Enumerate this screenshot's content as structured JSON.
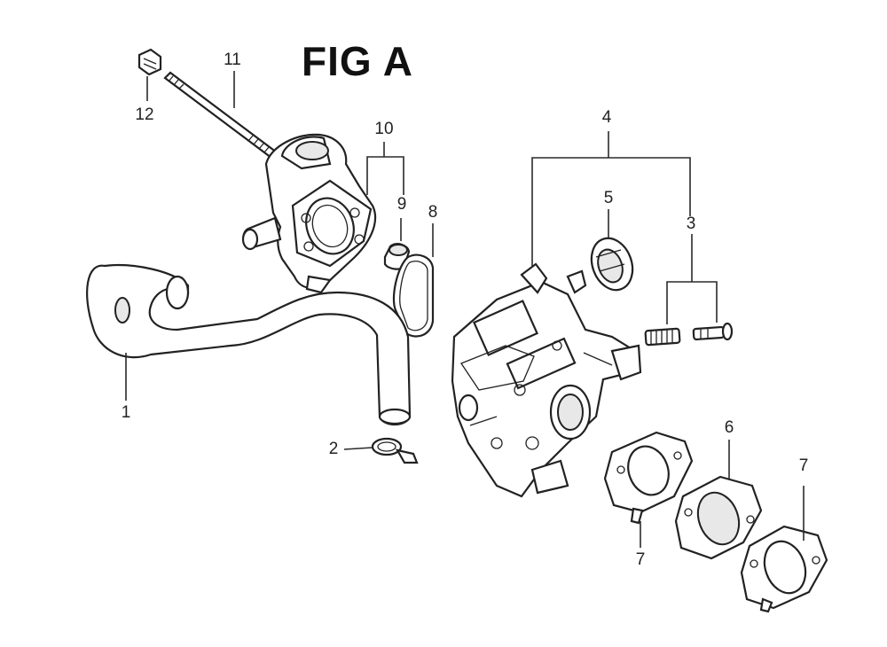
{
  "figure": {
    "title": "FIG A"
  },
  "callouts": {
    "c1": "1",
    "c2": "2",
    "c3": "3",
    "c4": "4",
    "c5": "5",
    "c6": "6",
    "c7a": "7",
    "c7b": "7",
    "c8": "8",
    "c9": "9",
    "c10": "10",
    "c11": "11",
    "c12": "12"
  }
}
